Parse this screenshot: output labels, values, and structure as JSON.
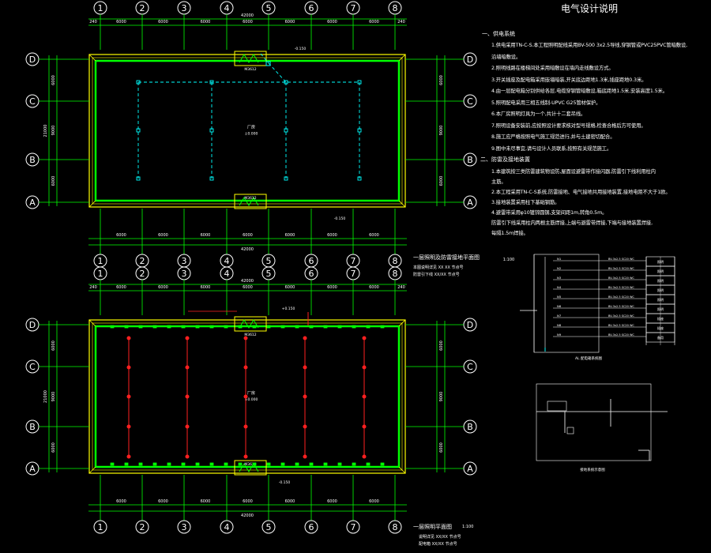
{
  "grid_numbers": [
    "1",
    "2",
    "3",
    "4",
    "5",
    "6",
    "7",
    "8"
  ],
  "grid_letters": [
    "D",
    "C",
    "B",
    "A"
  ],
  "dims": {
    "bay": "6000",
    "total": "42000",
    "edge": "240",
    "mid": "21000",
    "side_a": "6000",
    "side_b": "9000"
  },
  "plan_top": {
    "hall_label": "厂房",
    "hall_elev": "±0.000",
    "door_top": "M3612",
    "door_bottom": "M3612",
    "elev_mark": "-0.150"
  },
  "plan_bottom": {
    "hall_label": "厂房",
    "hall_elev": "±0.000",
    "door_top": "M3612",
    "door_bottom": "M3612",
    "elev_mark": "+0.150",
    "elev_mark2": "-0.150"
  },
  "titles": {
    "top": "一层照明及防雷接地平面图",
    "top_sub1": "本图说明详见 XX ХХ  节点号",
    "top_sub2": "防雷引下线  XX/XX  节点号",
    "bottom": "一层照明平面图",
    "bottom_sub1": "说明详见 XX/XX  节点号",
    "bottom_sub2": "配电箱 XX/XX  节点号",
    "scale": "1:100"
  },
  "notes": {
    "title": "电气设计说明",
    "sec1": "一、供电系统",
    "lines1": [
      "1.供电采用TN-C-S.本工程照明配线采用BV-500 3x2.5导线,穿钢管或PVC25PVC管暗敷设,",
      "  沿墙暗敷设。",
      "2.照明线路在楼梯间处采用暗敷设在墙内走线敷设方式。",
      "3.开关插座及配电箱采用嵌墙暗装,开关底边距地1.3米,插座距地0.3米。",
      "4.由一层配电箱分别供给各层,电缆穿钢管暗敷设,箱底距地1.5米,安装高度1.5米。",
      "5.照明配电采用三相五线制-UPVC G25管材保护。",
      "6.本厂房照明灯具为一个,共计十二套吊线。",
      "7.照明设备安装前,应按照设计要求核对型号规格,检查合格后方可使用。",
      "8.施工应严格按照电气施工规范进行,并与土建密切配合。",
      "9.图中未尽事宜,请与设计人员联系,按照有关规范施工。"
    ],
    "sec2": "二、防雷及接地装置",
    "lines2": [
      "1.本建筑按三类防雷建筑物设防,屋面设避雷带作接闪器,防雷引下线利用柱内",
      "  主筋。",
      "2.本工程采用TN-C-S系统,防雷接地、电气接地共用接地装置,接地电阻不大于1欧。",
      "3.接地装置采用柱下基础钢筋。",
      "4.避雷带采用φ10镀锌圆钢,支架间距1m,转角0.5m。",
      "  防雷引下线采用柱内两根主筋焊接,上端与避雷带焊接,下端与接地装置焊接,",
      "  每隔1.5m焊接。"
    ]
  },
  "system": {
    "scale": "1:100",
    "row_codes": [
      "N1",
      "N2",
      "N3",
      "N4",
      "N5",
      "N6",
      "N7",
      "N8",
      "N9"
    ],
    "row_labels": [
      "BV-3x2.5 SC20 WC",
      "BV-3x2.5 SC20 WC",
      "BV-3x2.5 SC20 WC",
      "BV-3x2.5 SC20 WC",
      "BV-3x2.5 SC20 WC",
      "BV-3x2.5 SC20 WC",
      "BV-3x2.5 SC20 WC",
      "BV-3x2.5 SC20 WC",
      "BV-3x2.5 SC20 WC"
    ],
    "row_tags": [
      "照明",
      "照明",
      "照明",
      "照明",
      "照明",
      "照明",
      "插座",
      "插座",
      "备用"
    ],
    "panel_label": "AL 配电箱系统图",
    "ground_label": "接地系统示意图"
  },
  "colors": {
    "wall": "#00ff00",
    "axis": "#00ff00",
    "frame": "#ffff00",
    "lamp_line_top": "#00ffff",
    "lamp_line_bottom": "#ff2020",
    "text": "#ffffff"
  }
}
